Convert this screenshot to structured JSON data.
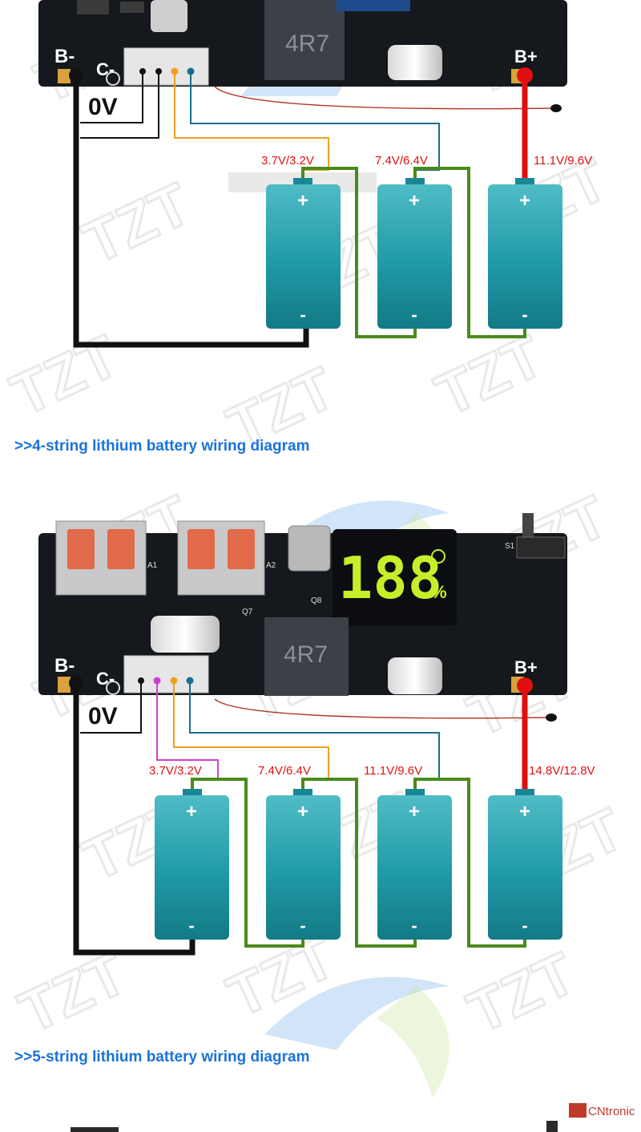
{
  "watermark": {
    "brand": "TZT",
    "corner_mark": "CNtronic"
  },
  "board": {
    "pad_b_minus": "B-",
    "pad_c_minus": "C-",
    "pad_b_plus": "B+",
    "inductor_mark": "4R7",
    "display_digits": "188",
    "display_percent": "%",
    "usb_a1": "A1",
    "usb_a2": "A2",
    "q7": "Q7",
    "q8": "Q8",
    "switch_label": "S1"
  },
  "diagram_3s": {
    "zero_volt_label": "0V",
    "taps": [
      "3.7V/3.2V",
      "7.4V/6.4V",
      "11.1V/9.6V"
    ],
    "cell_plus": "+",
    "cell_minus": "-"
  },
  "heading_4s": ">>4-string lithium battery wiring diagram",
  "diagram_4s": {
    "zero_volt_label": "0V",
    "taps": [
      "3.7V/3.2V",
      "7.4V/6.4V",
      "11.1V/9.6V",
      "14.8V/12.8V"
    ],
    "cell_plus": "+",
    "cell_minus": "-"
  },
  "heading_5s": ">>5-string lithium battery wiring diagram",
  "colors": {
    "heading_blue": "#1a73d9",
    "battery_teal": "#1d8f9c",
    "series_wire_green": "#4a8a1a",
    "b_plus_red": "#e01010",
    "tap_orange": "#f0a020",
    "tap_blue": "#1a6e8e",
    "tap_magenta": "#d040d0",
    "ground_black": "#111111"
  }
}
